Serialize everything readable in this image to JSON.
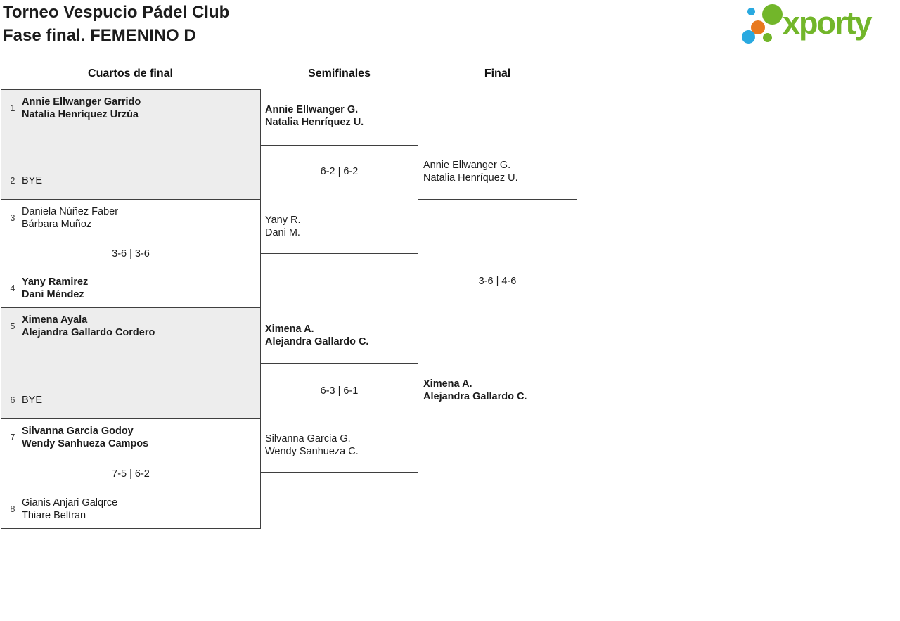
{
  "header": {
    "title_line1": "Torneo Vespucio Pádel Club",
    "title_line2": "Fase final. FEMENINO D"
  },
  "logo": {
    "text": "xporty",
    "colors": {
      "green": "#72b62a",
      "blue": "#29a9e0",
      "orange": "#e8791e"
    }
  },
  "round_headers": {
    "quarterfinals": "Cuartos de final",
    "semifinals": "Semifinales",
    "final": "Final"
  },
  "quarterfinals": [
    {
      "seed_top": "1",
      "team_top": {
        "line1": "Annie Ellwanger Garrido",
        "line2": "Natalia Henríquez Urzúa"
      },
      "score": "",
      "seed_bottom": "2",
      "team_bottom": {
        "line1": "BYE",
        "line2": ""
      }
    },
    {
      "seed_top": "3",
      "team_top": {
        "line1": "Daniela Núñez Faber",
        "line2": "Bárbara Muñoz"
      },
      "score": "3-6 | 3-6",
      "seed_bottom": "4",
      "team_bottom": {
        "line1": "Yany Ramirez",
        "line2": "Dani Méndez"
      }
    },
    {
      "seed_top": "5",
      "team_top": {
        "line1": "Ximena Ayala",
        "line2": "Alejandra Gallardo Cordero"
      },
      "score": "",
      "seed_bottom": "6",
      "team_bottom": {
        "line1": "BYE",
        "line2": ""
      }
    },
    {
      "seed_top": "7",
      "team_top": {
        "line1": "Silvanna Garcia Godoy",
        "line2": "Wendy Sanhueza Campos"
      },
      "score": "7-5 | 6-2",
      "seed_bottom": "8",
      "team_bottom": {
        "line1": "Gianis Anjari Galqrce",
        "line2": "Thiare Beltran"
      }
    }
  ],
  "semifinals": [
    {
      "team_top": {
        "line1": "Annie Ellwanger G.",
        "line2": "Natalia Henríquez U."
      },
      "score": "6-2 | 6-2",
      "team_bottom": {
        "line1": "Yany R.",
        "line2": "Dani M."
      }
    },
    {
      "team_top": {
        "line1": "Ximena A.",
        "line2": "Alejandra Gallardo C."
      },
      "score": "6-3 | 6-1",
      "team_bottom": {
        "line1": "Silvanna Garcia G.",
        "line2": "Wendy Sanhueza C."
      }
    }
  ],
  "final": {
    "team_top": {
      "line1": "Annie Ellwanger G.",
      "line2": "Natalia Henríquez U."
    },
    "score": "3-6 | 4-6",
    "team_bottom": {
      "line1": "Ximena A.",
      "line2": "Alejandra Gallardo C."
    }
  }
}
